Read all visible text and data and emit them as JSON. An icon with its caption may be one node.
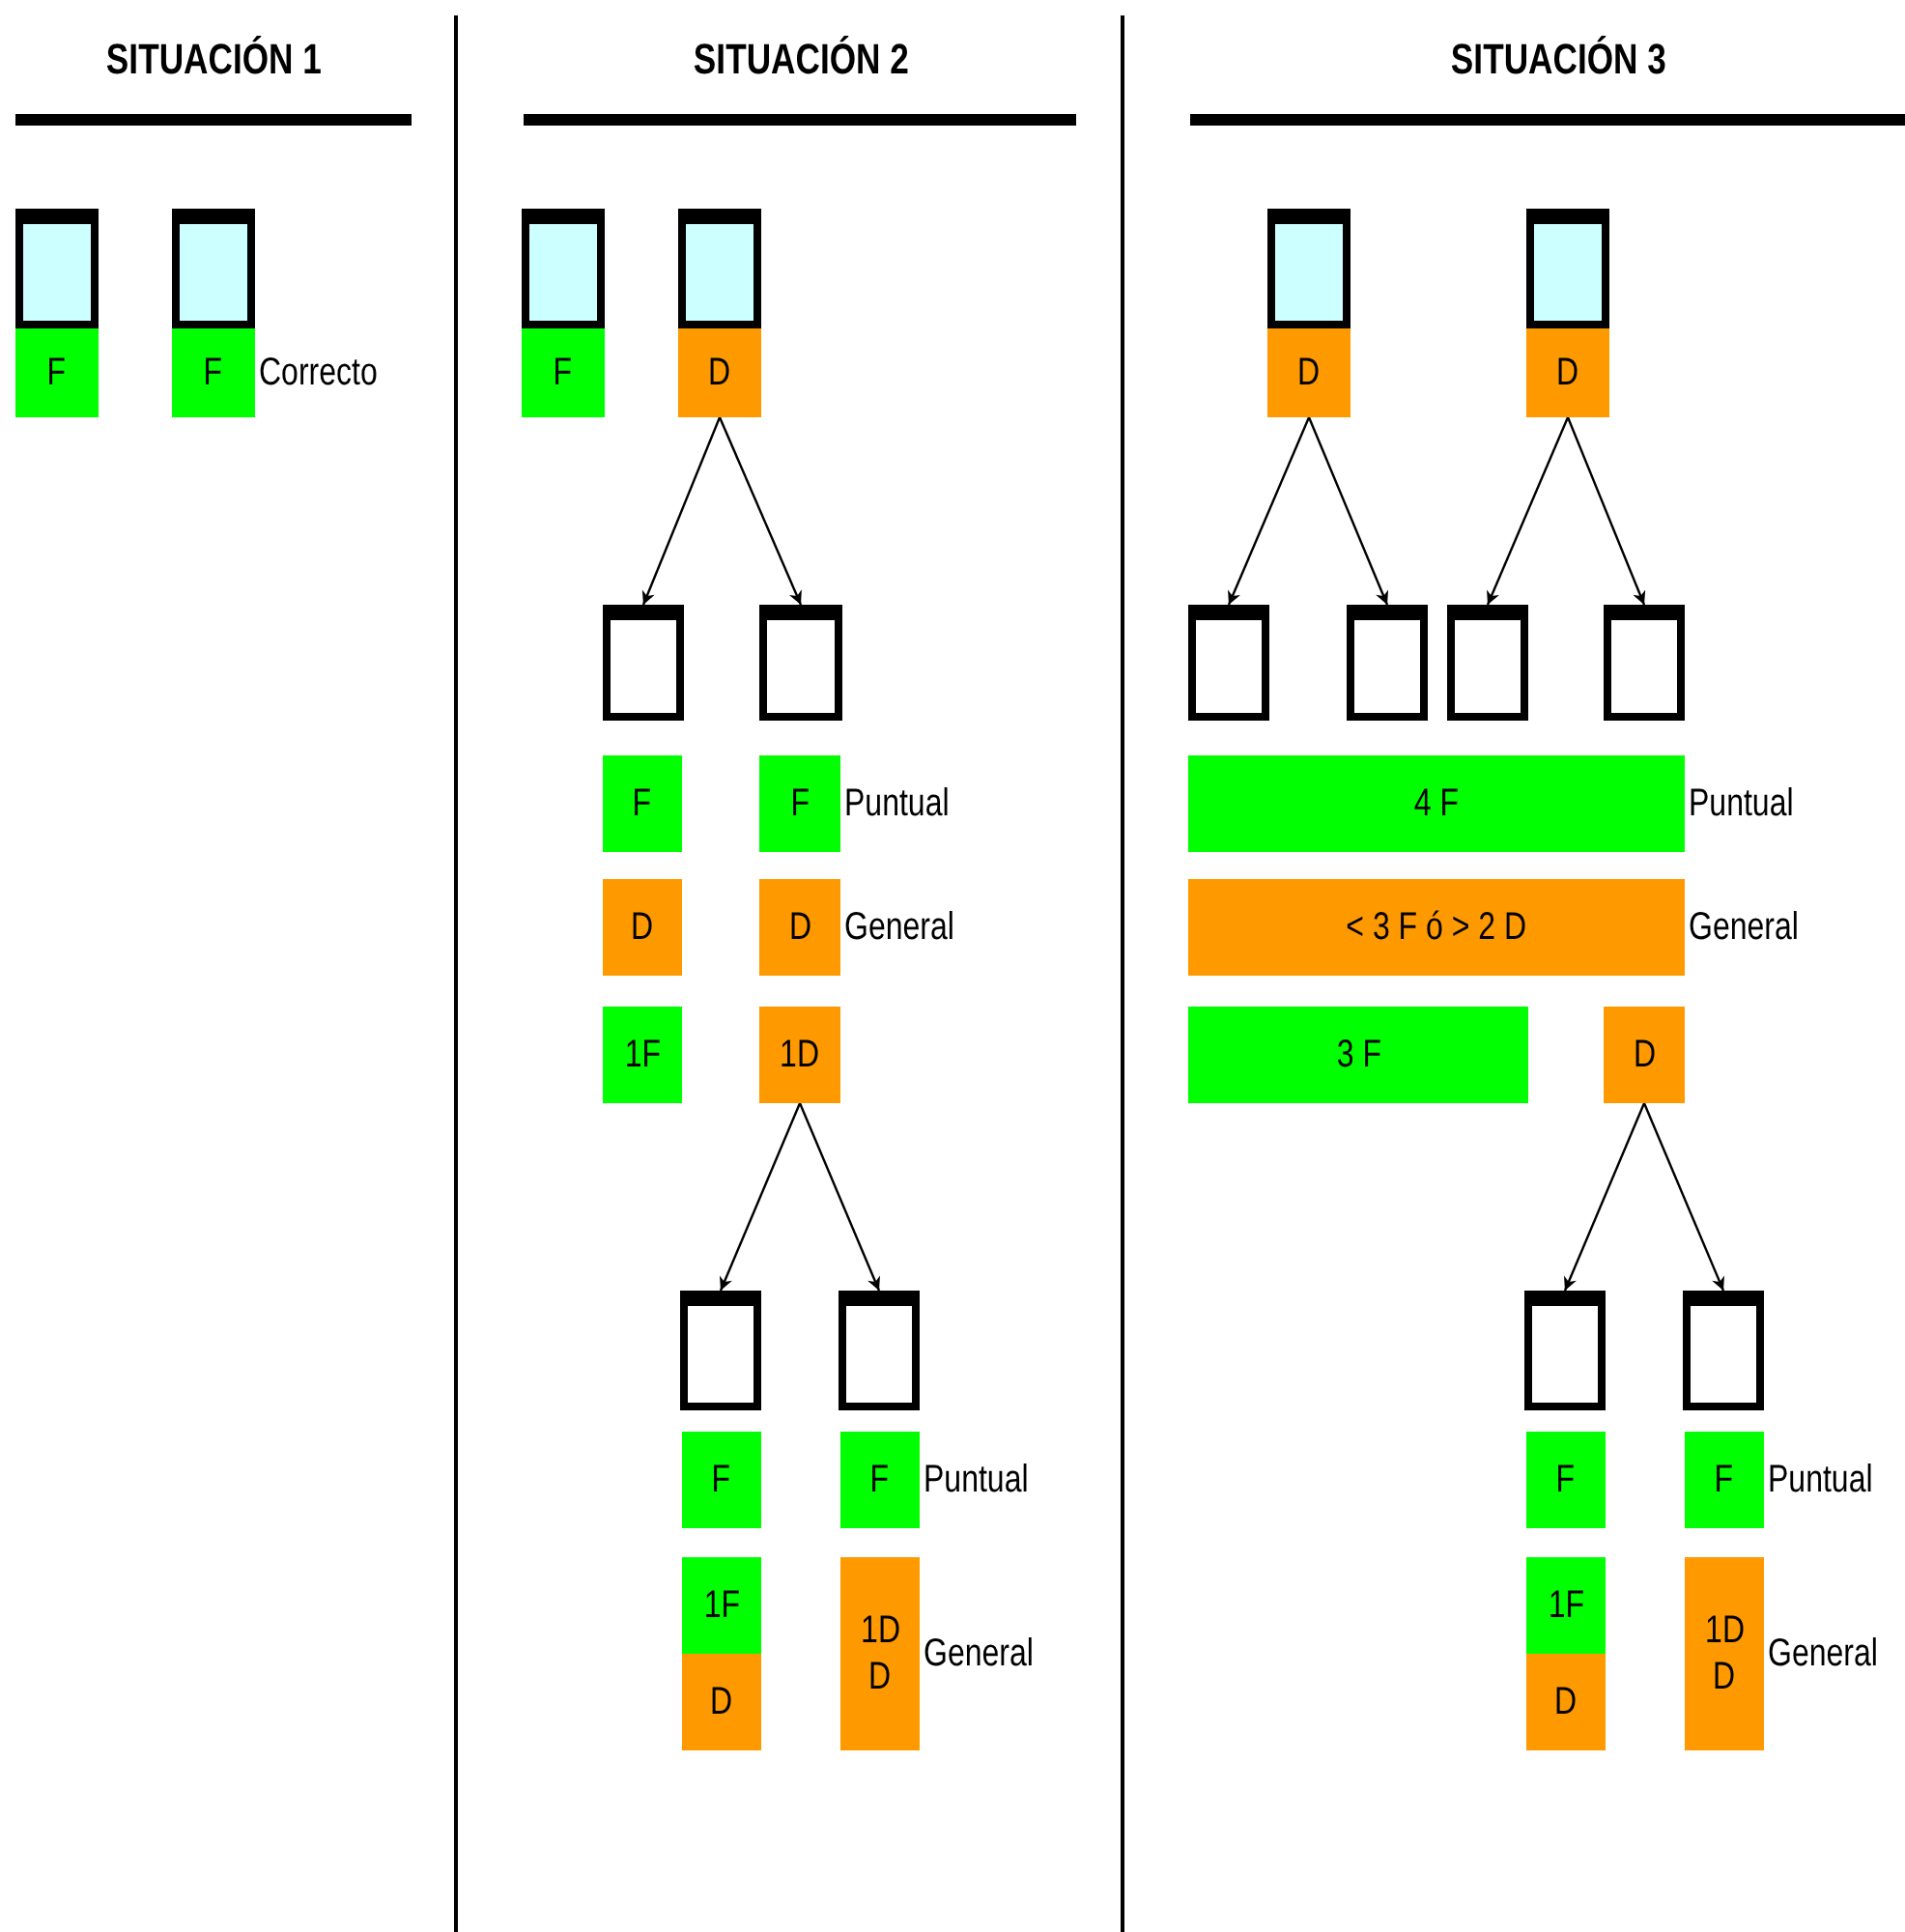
{
  "diagram": {
    "nodes": [
      {
        "text": [],
        "shape": "box"
      },
      {
        "text": [],
        "shape": "box"
      },
      {
        "text": [
          "F"
        ]
      },
      {
        "text": [
          "F"
        ],
        "beside": [
          "Correcto"
        ]
      },
      {
        "text": [],
        "shape": "box"
      },
      {
        "text": [],
        "shape": "box"
      },
      {
        "text": [
          "F"
        ]
      },
      {
        "text": [
          "D"
        ]
      },
      {
        "text": [],
        "shape": "box"
      },
      {
        "text": [],
        "shape": "box"
      },
      {
        "text": [
          "F"
        ]
      },
      {
        "text": [
          "F"
        ],
        "beside": [
          "Puntual"
        ]
      },
      {
        "text": [
          "D"
        ]
      },
      {
        "text": [
          "D"
        ],
        "beside": [
          "General"
        ]
      },
      {
        "text": [
          "1F"
        ]
      },
      {
        "text": [
          "1D"
        ]
      },
      {
        "text": [],
        "shape": "box"
      },
      {
        "text": [],
        "shape": "box"
      },
      {
        "text": [
          "F"
        ]
      },
      {
        "text": [
          "F"
        ],
        "beside": [
          "Puntual"
        ]
      },
      {
        "text": [
          "1F"
        ]
      },
      {
        "text": [
          "D"
        ]
      },
      {
        "text": [
          "1D",
          "D"
        ],
        "beside": [
          "General"
        ]
      },
      {
        "text": [],
        "shape": "box"
      },
      {
        "text": [],
        "shape": "box"
      },
      {
        "text": [
          "D"
        ]
      },
      {
        "text": [
          "D"
        ]
      },
      {
        "text": [],
        "shape": "box"
      },
      {
        "text": [],
        "shape": "box"
      },
      {
        "text": [],
        "shape": "box"
      },
      {
        "text": [],
        "shape": "box"
      },
      {
        "text": [
          "4 F"
        ],
        "beside": [
          "Puntual"
        ]
      },
      {
        "text": [
          "< 3 F ó > 2 D"
        ],
        "beside": [
          "General"
        ]
      },
      {
        "text": [
          "3 F"
        ]
      },
      {
        "text": [
          "D"
        ]
      },
      {
        "text": [],
        "shape": "box"
      },
      {
        "text": [],
        "shape": "box"
      },
      {
        "text": [
          "F"
        ]
      },
      {
        "text": [
          "F"
        ],
        "beside": [
          "Puntual"
        ]
      },
      {
        "text": [
          "1F"
        ]
      },
      {
        "text": [
          "D"
        ]
      },
      {
        "text": [
          "1D",
          "D"
        ],
        "beside": [
          "General"
        ]
      }
    ],
    "edges": [
      {
        "from": 7,
        "to": 8,
        "arrow": "to"
      },
      {
        "from": 7,
        "to": 9,
        "arrow": "to"
      },
      {
        "from": 15,
        "to": 16,
        "arrow": "to"
      },
      {
        "from": 15,
        "to": 17,
        "arrow": "to"
      },
      {
        "from": 25,
        "to": 27,
        "arrow": "to"
      },
      {
        "from": 25,
        "to": 28,
        "arrow": "to"
      },
      {
        "from": 26,
        "to": 29,
        "arrow": "to"
      },
      {
        "from": 26,
        "to": 30,
        "arrow": "to"
      },
      {
        "from": 34,
        "to": 35,
        "arrow": "to"
      },
      {
        "from": 34,
        "to": 36,
        "arrow": "to"
      }
    ],
    "labels": [
      "SITUACIÓN 1",
      "SITUACIÓN 2",
      "SITUACIÓN 3"
    ]
  }
}
